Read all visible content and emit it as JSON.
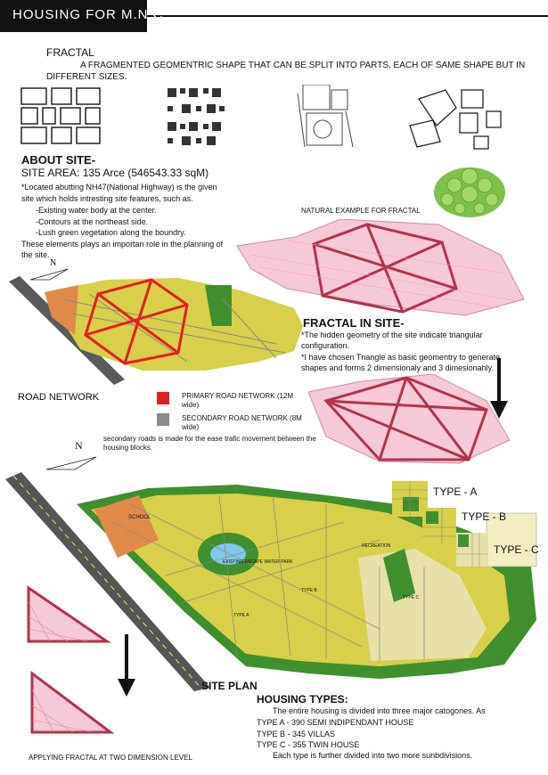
{
  "header": {
    "title": "HOUSING FOR M.N.C"
  },
  "fractal": {
    "heading": "FRACTAL",
    "definition_line1": "A FRAGMENTED GEOMENTRIC SHAPE THAT CAN BE SPLIT INTO PARTS, EACH OF SAME SHAPE BUT IN",
    "definition_line2": "DIFFERENT SIZES.",
    "natural_caption": "NATURAL EXAMPLE FOR FRACTAL"
  },
  "about_site": {
    "heading": "ABOUT SITE-",
    "area": "SITE AREA: 135 Arce (546543.33 sqM)",
    "lines": [
      "*Located abutting NH47(National Highway) is the given",
      "site which holds intresting site features, such as.",
      "-Existing water body at the center.",
      "-Contours at the northeast side.",
      "-Lush green vegetation along the boundry.",
      "These elements plays an importan role in the planning of",
      "the site."
    ]
  },
  "fractal_in_site": {
    "heading": "FRACTAL IN SITE-",
    "lines": [
      "*The hidden geometry of the site indicate triangular",
      "configuration.",
      "*I have chosen  Tnangle as basic geomentry to generate",
      "shapes and forms 2 dimensionaly and 3 dimesionahly."
    ]
  },
  "road_network": {
    "label": "ROAD NETWORK",
    "primary_line1": "PRIMARY ROAD NETWORK (12M",
    "primary_line2": "wide)",
    "secondary_line1": "SECONDARY ROAD NETWORK (8M",
    "secondary_line2": "wide)",
    "note_line1": "secondary roads is made for the ease trafic movement between the",
    "note_line2": "housing blocks.",
    "primary_color": "#e02020",
    "secondary_color": "#8a8a8a"
  },
  "compass": {
    "north": "N"
  },
  "site_plan": {
    "label": "SITE PLAN",
    "school": "SCHOOL",
    "type_a_block": "TYPE A",
    "type_b_block": "TYPE B",
    "type_c_block": "TYPE C",
    "lake": "EXISTING ESCAPE WATER PARK",
    "recreation": "RECREATION"
  },
  "types": {
    "a": "TYPE - A",
    "b": "TYPE - B",
    "c": "TYPE - C"
  },
  "housing_types": {
    "heading": "HOUSING TYPES:",
    "intro_line1": "The entire housing is divided into three major catogones. As",
    "type_a": "TYPE A - 390  SEMI INDIPENDANT HOUSE",
    "type_b": "TYPE B - 345  VILLAS",
    "type_c": "TYPE C - 355  TWIN HOUSE",
    "outro": "Each type is further divided into two more sunbdivisions."
  },
  "applying_caption": "APPLYING FRACTAL AT TWO DIMENSION LEVEL",
  "colors": {
    "housing": "#d8cf4a",
    "green": "#3f8f2f",
    "school": "#e08a4a",
    "fractal_pink": "#f3b7cc",
    "fractal_line": "#b2334a",
    "road": "#555555"
  }
}
